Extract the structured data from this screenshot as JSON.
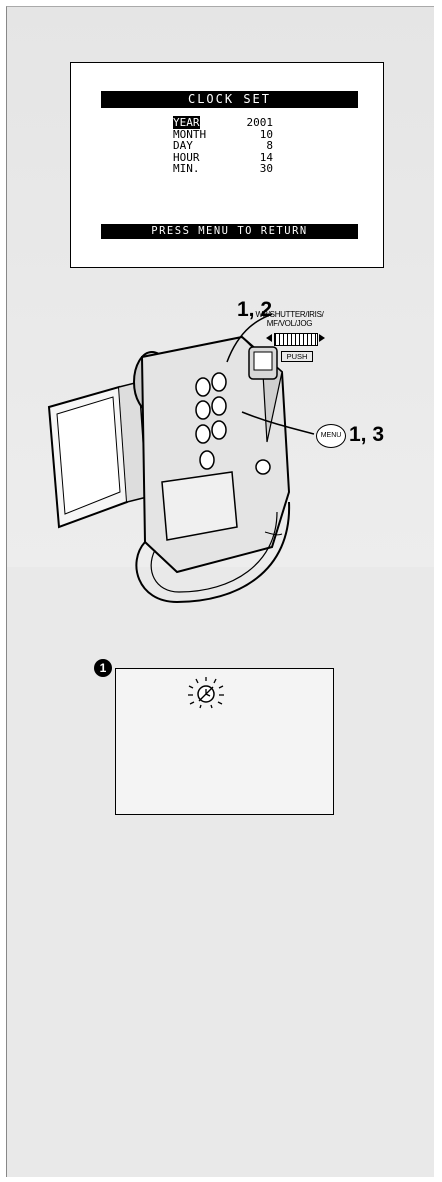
{
  "clock_set": {
    "title": "CLOCK SET",
    "rows": [
      {
        "label": "YEAR",
        "value": "2001"
      },
      {
        "label": "MONTH",
        "value": "10"
      },
      {
        "label": "DAY",
        "value": "8"
      },
      {
        "label": "HOUR",
        "value": "14"
      },
      {
        "label": "MIN.",
        "value": "30"
      }
    ],
    "footer": "PRESS MENU TO RETURN"
  },
  "illustration": {
    "step_top": "1, 2",
    "step_menu": "1, 3",
    "jog_label_line1": "WB/SHUTTER/IRIS/",
    "jog_label_line2": "MF/VOL/JOG",
    "push_label": "PUSH",
    "menu_button_label": "MENU"
  },
  "blink_screen": {
    "badge": "1",
    "icon": "blinking-clock-icon"
  }
}
